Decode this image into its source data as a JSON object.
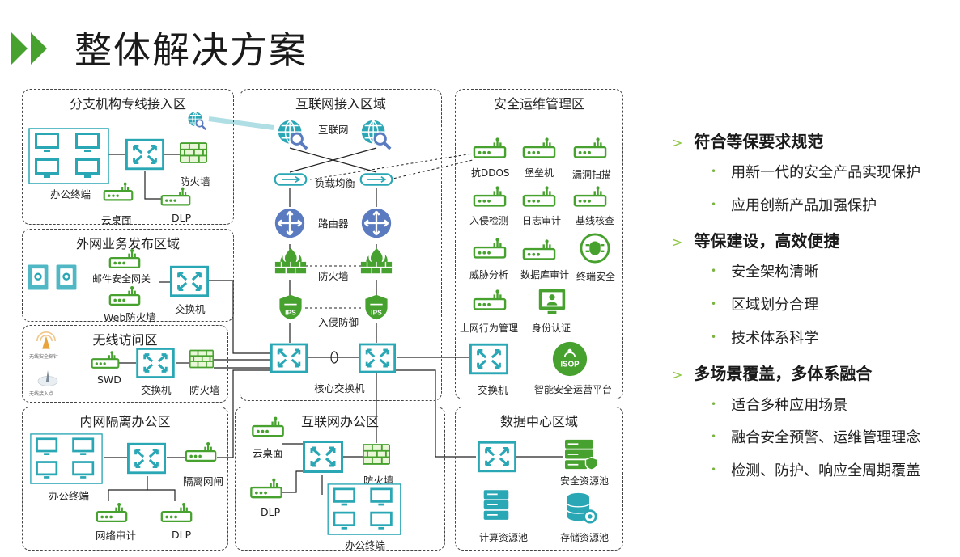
{
  "page_title": "整体解决方案",
  "colors": {
    "accent_green": "#46a12e",
    "light_green": "#8dc63f",
    "teal": "#2aa7b5",
    "device_blue": "#5a7bbf"
  },
  "zones": {
    "branch": {
      "title": "分支机构专线接入区",
      "office_terminal": "办公终端",
      "firewall": "防火墙",
      "cloud_desktop": "云桌面",
      "dlp": "DLP"
    },
    "extpub": {
      "title": "外网业务发布区域",
      "mail_gateway": "邮件安全网关",
      "web_firewall": "Web防火墙",
      "switch": "交换机"
    },
    "wireless": {
      "title": "无线访问区",
      "swd": "SWD",
      "switch": "交换机",
      "firewall": "防火墙",
      "ap1": "无线安全探针",
      "ap2": "无线接入点"
    },
    "intranet": {
      "title": "内网隔离办公区",
      "office_terminal": "办公终端",
      "isolation": "隔离网闸",
      "net_audit": "网络审计",
      "dlp": "DLP"
    },
    "internet": {
      "title": "互联网接入区域",
      "internet": "互联网",
      "lb": "负载均衡",
      "router": "路由器",
      "firewall": "防火墙",
      "ips": "入侵防御",
      "ips_tag": "IPS",
      "core_switch": "核心交换机"
    },
    "netoffice": {
      "title": "互联网办公区",
      "cloud_desktop": "云桌面",
      "dlp": "DLP",
      "firewall": "防火墙",
      "office_terminal": "办公终端"
    },
    "secops": {
      "title": "安全运维管理区",
      "items": [
        "抗DDOS",
        "堡垒机",
        "漏洞扫描",
        "入侵检测",
        "日志审计",
        "基线核查",
        "威胁分析",
        "数据库审计",
        "终端安全",
        "上网行为管理",
        "身份认证"
      ],
      "switch": "交换机",
      "isop_platform": "智能安全运营平台",
      "isop_tag": "ISOP"
    },
    "datacenter": {
      "title": "数据中心区域",
      "security_pool": "安全资源池",
      "compute_pool": "计算资源池",
      "storage_pool": "存储资源池"
    }
  },
  "right_panel": {
    "sections": [
      {
        "heading": "符合等保要求规范",
        "items": [
          "用新一代的安全产品实现保护",
          "应用创新产品加强保护"
        ]
      },
      {
        "heading": "等保建设，高效便捷",
        "items": [
          "安全架构清晰",
          "区域划分合理",
          "技术体系科学"
        ]
      },
      {
        "heading": "多场景覆盖，多体系融合",
        "items": [
          "适合多种应用场景",
          "融合安全预警、运维管理理念",
          "检测、防护、响应全周期覆盖"
        ]
      }
    ]
  }
}
